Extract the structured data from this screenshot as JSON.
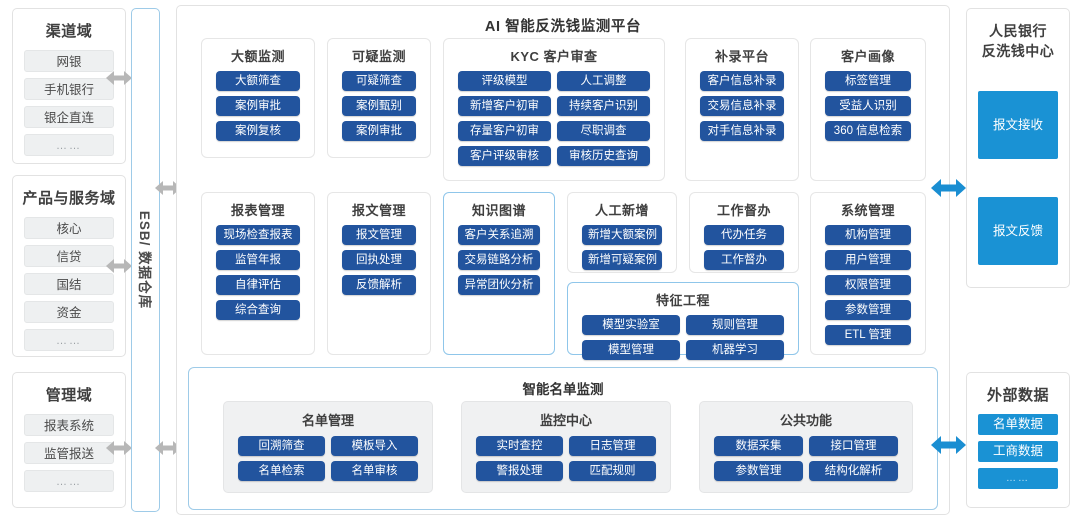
{
  "left_domains": [
    {
      "title": "渠道域",
      "items": [
        "网银",
        "手机银行",
        "银企直连",
        "……"
      ]
    },
    {
      "title": "产品与服务域",
      "items": [
        "核心",
        "信贷",
        "国结",
        "资金",
        "……"
      ]
    },
    {
      "title": "管理域",
      "items": [
        "报表系统",
        "监管报送",
        "……"
      ]
    }
  ],
  "esb": {
    "label": "ESB/ 数据仓库"
  },
  "board": {
    "title": "AI 智能反洗钱监测平台",
    "row1": [
      {
        "title": "大额监测",
        "highlight": false,
        "layout": "full",
        "buttons": [
          "大额筛查",
          "案例审批",
          "案例复核"
        ]
      },
      {
        "title": "可疑监测",
        "highlight": false,
        "layout": "full",
        "buttons": [
          "可疑筛查",
          "案例甄别",
          "案例审批"
        ]
      },
      {
        "title": "KYC 客户审查",
        "highlight": false,
        "layout": "half",
        "buttons": [
          "评级模型",
          "人工调整",
          "新增客户初审",
          "持续客户识别",
          "存量客户初审",
          "尽职调查",
          "客户评级审核",
          "审核历史查询"
        ]
      },
      {
        "title": "补录平台",
        "highlight": false,
        "layout": "full",
        "buttons": [
          "客户信息补录",
          "交易信息补录",
          "对手信息补录"
        ]
      },
      {
        "title": "客户画像",
        "highlight": false,
        "layout": "full",
        "buttons": [
          "标签管理",
          "受益人识别",
          "360 信息检索"
        ]
      }
    ],
    "row2": [
      {
        "title": "报表管理",
        "highlight": false,
        "layout": "full",
        "buttons": [
          "现场检查报表",
          "监管年报",
          "自律评估",
          "综合查询"
        ]
      },
      {
        "title": "报文管理",
        "highlight": false,
        "layout": "full",
        "buttons": [
          "报文管理",
          "回执处理",
          "反馈解析"
        ]
      },
      {
        "title": "知识图谱",
        "highlight": true,
        "layout": "full",
        "buttons": [
          "客户关系追溯",
          "交易链路分析",
          "异常团伙分析"
        ]
      },
      {
        "title": "人工新增",
        "highlight": false,
        "layout": "full",
        "buttons": [
          "新增大额案例",
          "新增可疑案例"
        ]
      },
      {
        "title": "工作督办",
        "highlight": false,
        "layout": "full",
        "buttons": [
          "代办任务",
          "工作督办"
        ]
      },
      {
        "title": "特征工程",
        "highlight": true,
        "layout": "half",
        "buttons": [
          "模型实验室",
          "规则管理",
          "模型管理",
          "机器学习"
        ]
      },
      {
        "title": "系统管理",
        "highlight": false,
        "layout": "full",
        "buttons": [
          "机构管理",
          "用户管理",
          "权限管理",
          "参数管理",
          "ETL 管理"
        ]
      }
    ]
  },
  "smart_list": {
    "title": "智能名单监测",
    "groups": [
      {
        "title": "名单管理",
        "buttons": [
          "回溯筛查",
          "模板导入",
          "名单检索",
          "名单审核"
        ]
      },
      {
        "title": "监控中心",
        "buttons": [
          "实时查控",
          "日志管理",
          "警报处理",
          "匹配规则"
        ]
      },
      {
        "title": "公共功能",
        "buttons": [
          "数据采集",
          "接口管理",
          "参数管理",
          "结构化解析"
        ]
      }
    ]
  },
  "right_panels": [
    {
      "title_lines": [
        "人民银行",
        "反洗钱中心"
      ],
      "blocks": [
        {
          "label": "报文接收",
          "size": "big"
        },
        {
          "label": "报文反馈",
          "size": "big"
        }
      ]
    },
    {
      "title_lines": [
        "外部数据"
      ],
      "blocks": [
        {
          "label": "名单数据",
          "size": "small"
        },
        {
          "label": "工商数据",
          "size": "small"
        },
        {
          "label": "……",
          "size": "small",
          "dots": true
        }
      ]
    }
  ],
  "colors": {
    "button_blue": "#22549E",
    "cyan_block": "#1A92D4",
    "highlight_border": "#9ECBE8",
    "gray_arrow": "#B7B7B7",
    "blue_arrow": "#1A8ED2",
    "chip_bg": "#EEF0F1",
    "subpanel_bg": "#F0F1F2"
  }
}
